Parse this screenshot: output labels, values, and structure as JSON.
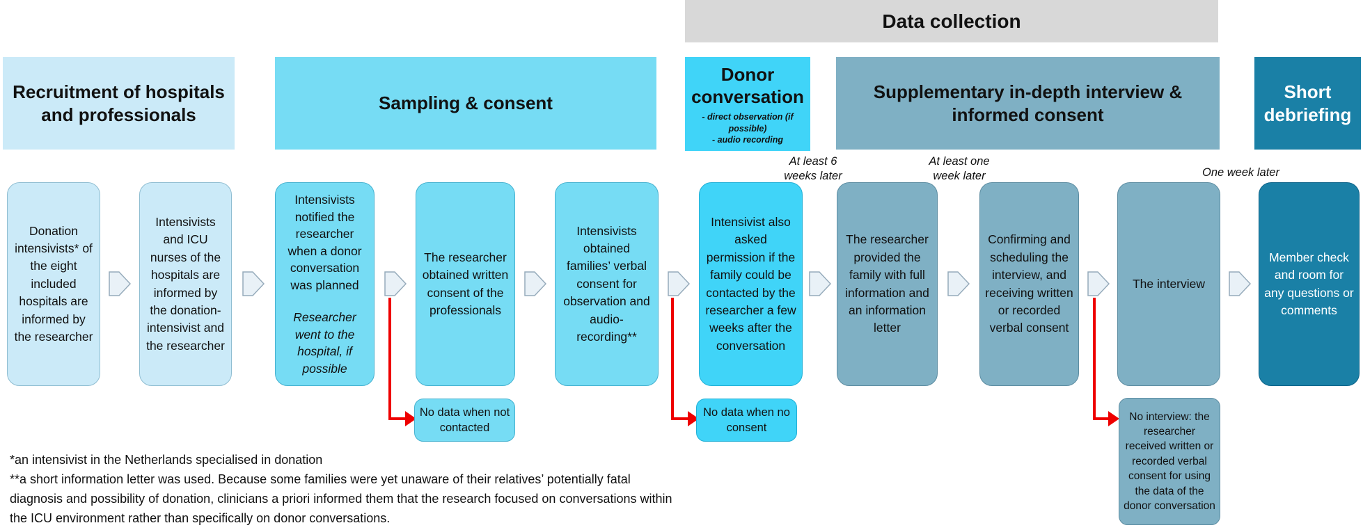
{
  "banner": {
    "label": "Data collection"
  },
  "phases": [
    {
      "label": "Recruitment of hospitals and professionals"
    },
    {
      "label": "Sampling & consent"
    },
    {
      "label": "Donor conversation",
      "sub": [
        "- direct observation (if possible)",
        "- audio recording"
      ]
    },
    {
      "label": "Supplementary in-depth interview & informed consent"
    },
    {
      "label": "Short debriefing"
    }
  ],
  "boxes": [
    {
      "text": "Donation intensivists* of the eight included hospitals are informed by the researcher"
    },
    {
      "text": "Intensivists and ICU nurses of the hospitals are informed by the donation-intensivist and the researcher"
    },
    {
      "text": "Intensivists notified the researcher when a donor conversation was planned",
      "note": "Researcher went to the hospital, if possible"
    },
    {
      "text": "The researcher obtained written consent of the professionals"
    },
    {
      "text": "Intensivists obtained families’ verbal consent for observation and audio-recording**"
    },
    {
      "text": "Intensivist also asked permission if the family could be contacted by the researcher a few weeks after the conversation"
    },
    {
      "text": "The researcher provided the family with full information and an information letter"
    },
    {
      "text": "Confirming and scheduling the interview, and receiving written or recorded verbal consent"
    },
    {
      "text": "The interview"
    },
    {
      "text": "Member check and room for any questions or comments"
    }
  ],
  "side_boxes": [
    {
      "text": "No data when not contacted"
    },
    {
      "text": "No data when no consent"
    },
    {
      "text": "No interview: the researcher received written or recorded verbal consent for using the data of the donor conversation"
    }
  ],
  "timing_notes": [
    {
      "text": "At least 6 weeks later"
    },
    {
      "text": "At least one week later"
    },
    {
      "text": "One week later"
    }
  ],
  "footnotes": [
    {
      "text": "*an intensivist in the Netherlands specialised in donation"
    },
    {
      "text": "**a short information letter was used. Because some families were yet unaware of their relatives’ potentially fatal diagnosis and possibility of donation, clinicians a priori informed them that the research focused on conversations within the ICU environment rather than specifically on donor conversations."
    }
  ],
  "colors": {
    "banner_gray": "#d8d8d8",
    "phase_light_blue": "#cbeaf8",
    "phase_cyan": "#76dcf4",
    "phase_vivid_cyan": "#40d4f8",
    "phase_steel_blue": "#7fb0c4",
    "phase_dark_teal": "#1a80a6",
    "exclusion_arrow_red": "#ee0000",
    "connector_fill": "#e9f1f7"
  }
}
